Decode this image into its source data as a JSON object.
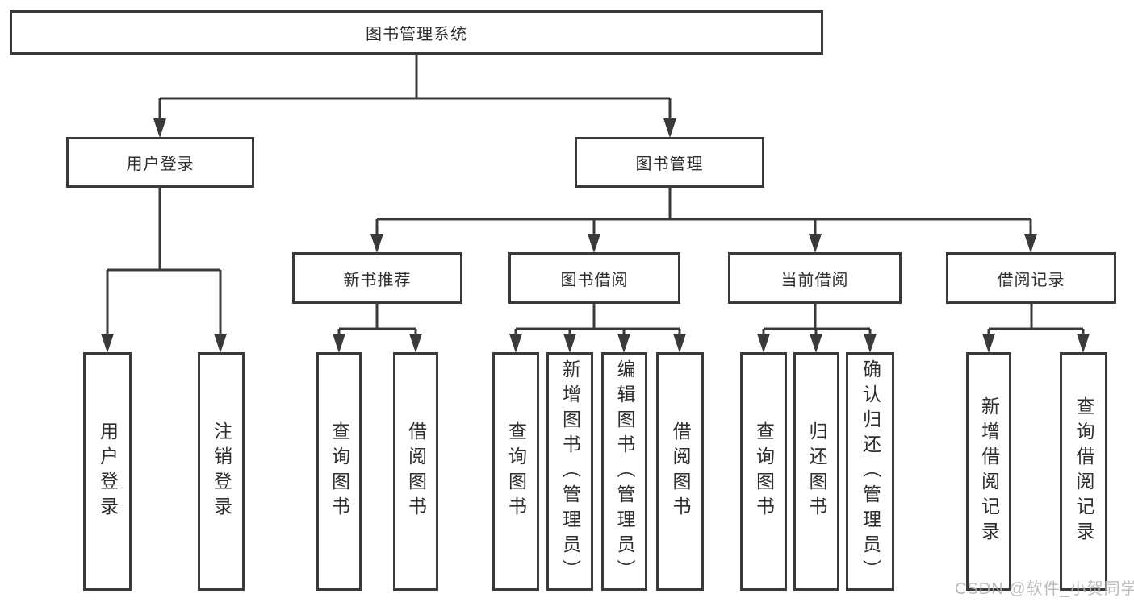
{
  "tree": {
    "label": "图书管理系统",
    "children": [
      {
        "label": "用户登录",
        "children": [
          {
            "label": "用户登录"
          },
          {
            "label": "注销登录"
          }
        ]
      },
      {
        "label": "图书管理",
        "children": [
          {
            "label": "新书推荐",
            "children": [
              {
                "label": "查询图书"
              },
              {
                "label": "借阅图书"
              }
            ]
          },
          {
            "label": "图书借阅",
            "children": [
              {
                "label": "查询图书"
              },
              {
                "label": "新增图书（管理员）"
              },
              {
                "label": "编辑图书（管理员）"
              },
              {
                "label": "借阅图书"
              }
            ]
          },
          {
            "label": "当前借阅",
            "children": [
              {
                "label": "查询图书"
              },
              {
                "label": "归还图书"
              },
              {
                "label": "确认归还（管理员）"
              }
            ]
          },
          {
            "label": "借阅记录",
            "children": [
              {
                "label": "新增借阅记录"
              },
              {
                "label": "查询借阅记录"
              }
            ]
          }
        ]
      }
    ]
  },
  "watermark": {
    "text": "CSDN @软件_小贺同学"
  },
  "colors": {
    "line": "#3a3a3a",
    "text": "#2f2f2f",
    "watermark": "#b4b4b4",
    "background": "#ffffff"
  }
}
